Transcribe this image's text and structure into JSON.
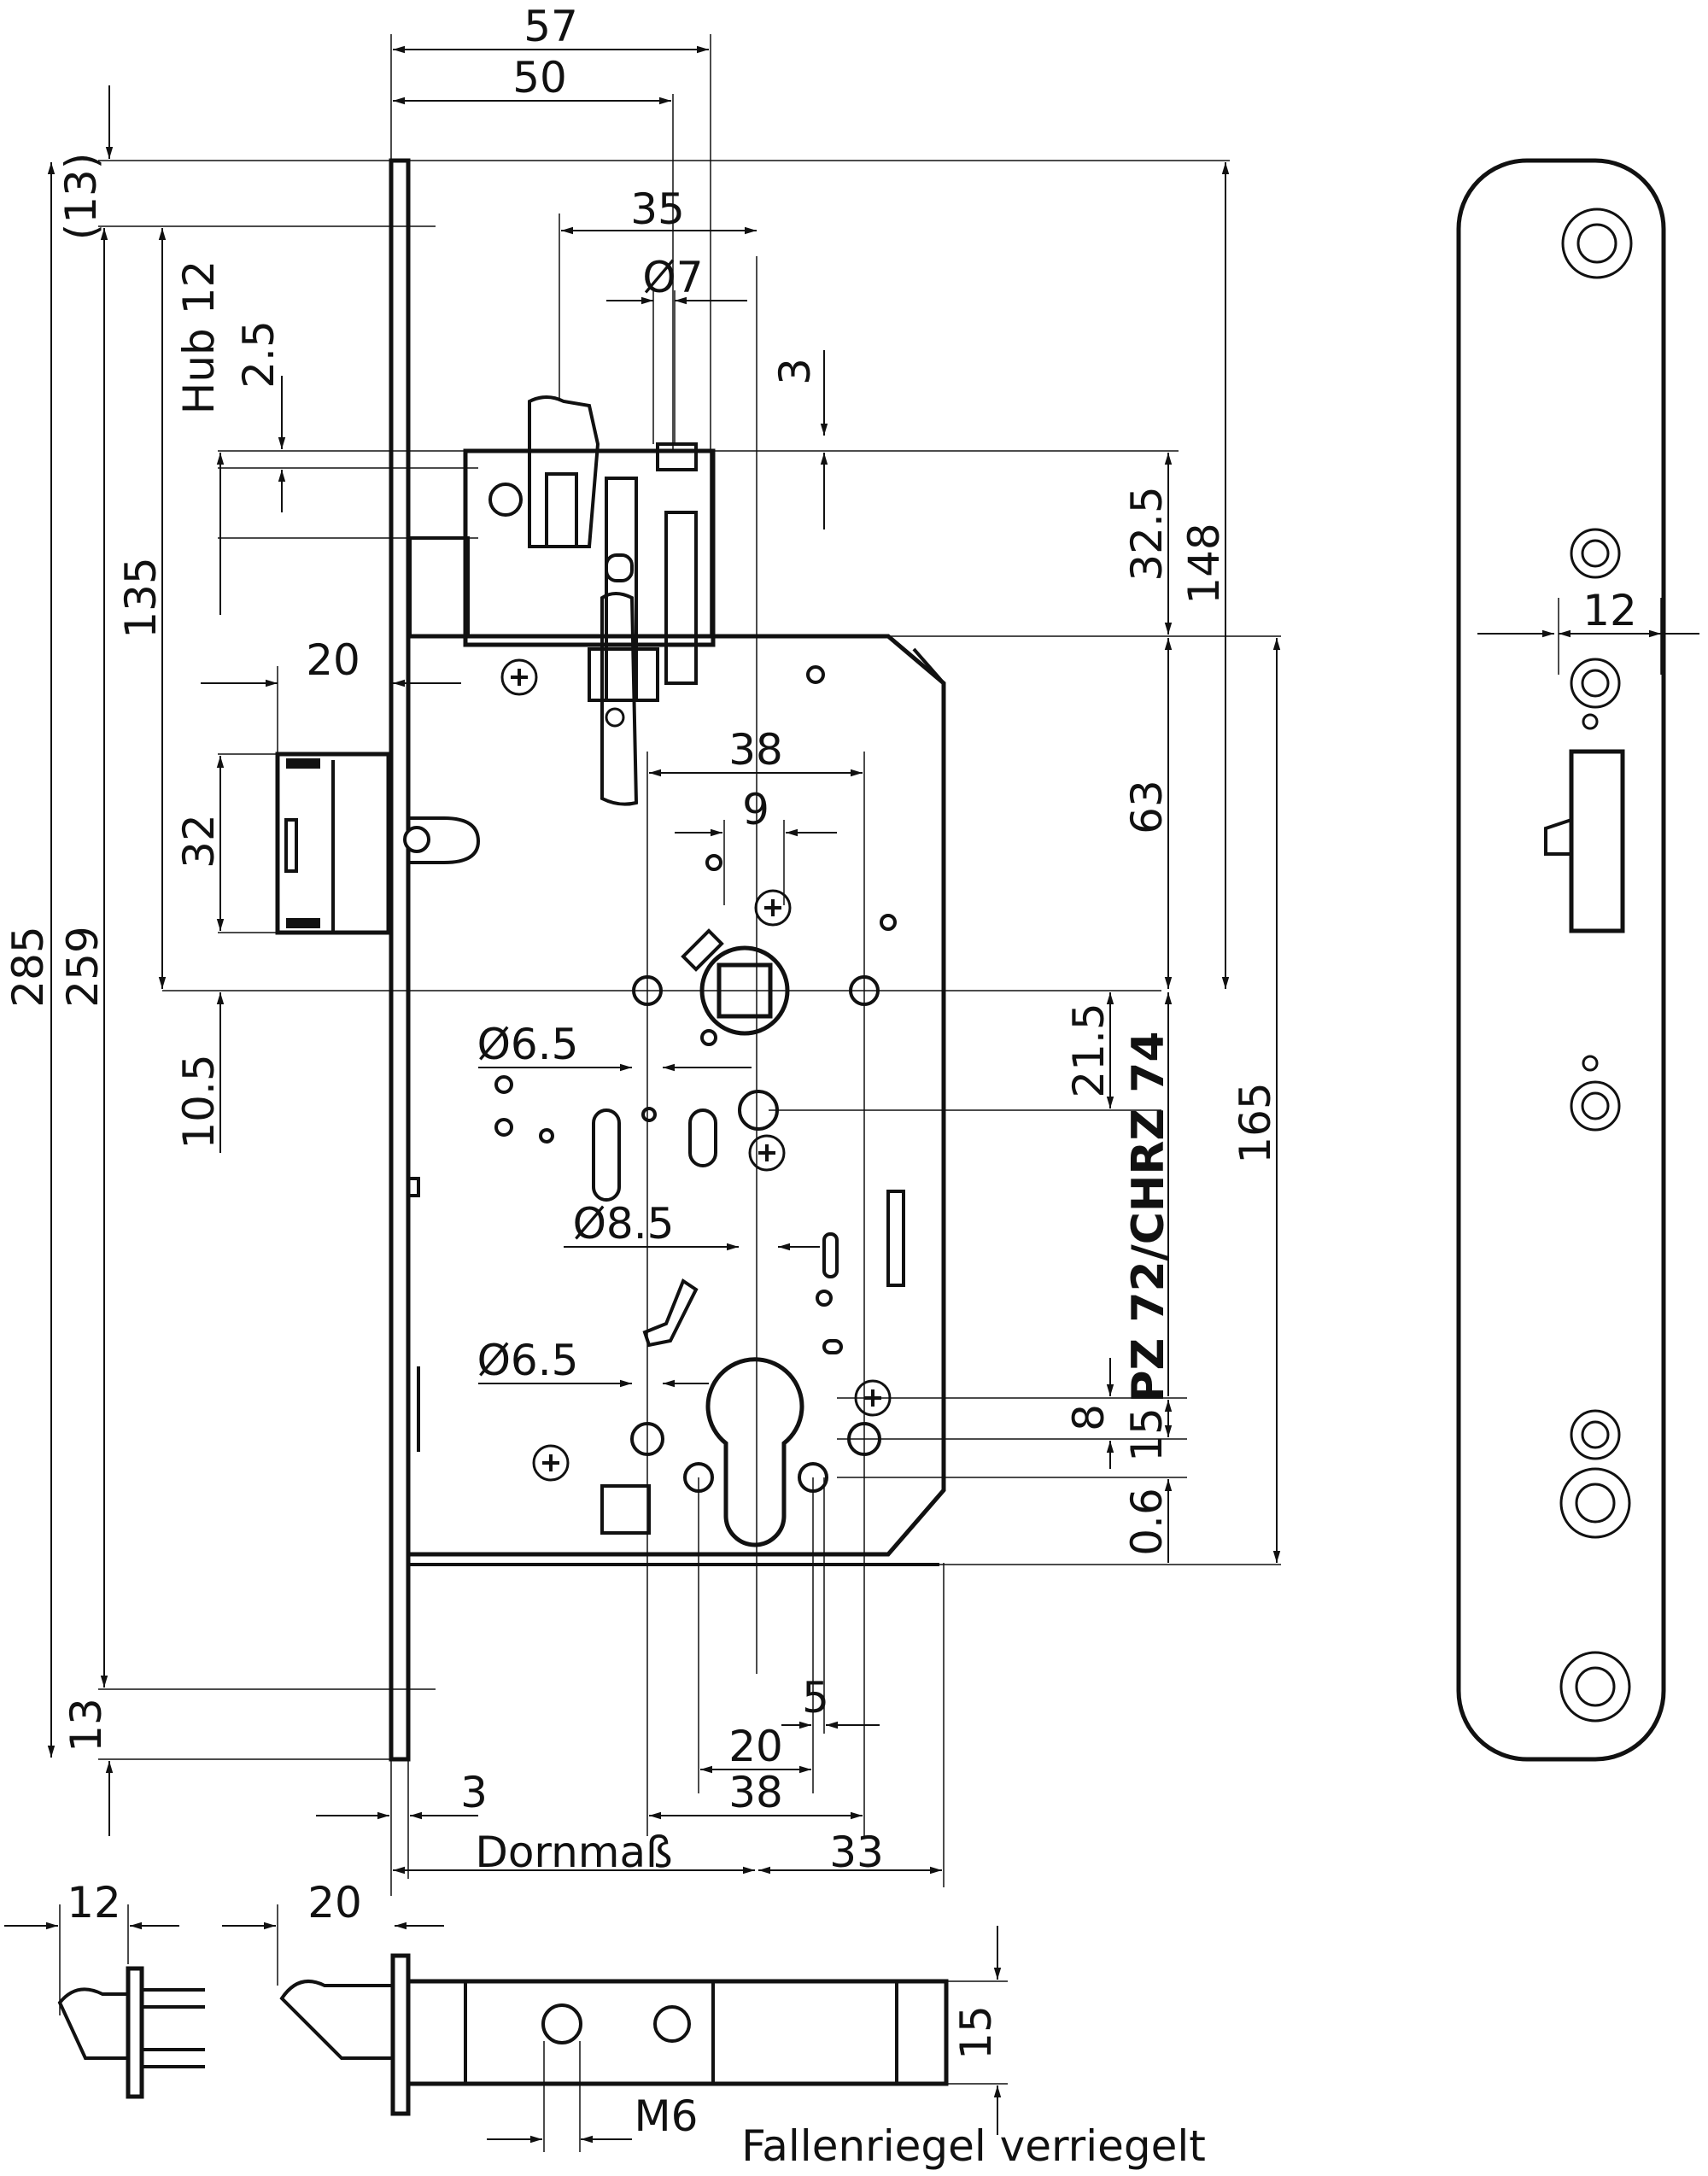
{
  "drawing": {
    "top_dims": {
      "d57": "57",
      "d50": "50",
      "d35": "35",
      "d7": "Ø7",
      "d3": "3"
    },
    "left_dims": {
      "d13top": "(13)",
      "hub": "Hub 12",
      "d25": "2.5",
      "d135": "135",
      "d285": "285",
      "d259": "259",
      "d20": "20",
      "d32": "32",
      "d105": "10.5",
      "d13bot": "13"
    },
    "right_dims": {
      "d325": "32.5",
      "d148": "148",
      "d63": "63",
      "d215": "21.5",
      "d165": "165",
      "d8": "8",
      "d15": "15",
      "d06": "0.6"
    },
    "center_dims": {
      "d38top": "38",
      "d9": "9",
      "d65a": "Ø6.5",
      "d85": "Ø8.5",
      "d65b": "Ø6.5",
      "d5": "5",
      "d20": "20",
      "d38bot": "38",
      "d3": "3",
      "dornmass": "Dornmaß",
      "d33": "33"
    },
    "model_label": "PZ 72/CHRZ 74",
    "faceplate": {
      "d12": "12"
    },
    "bottom_views": {
      "d12": "12",
      "d20": "20",
      "d15": "15",
      "m6": "M6",
      "caption": "Fallenriegel verriegelt"
    }
  }
}
